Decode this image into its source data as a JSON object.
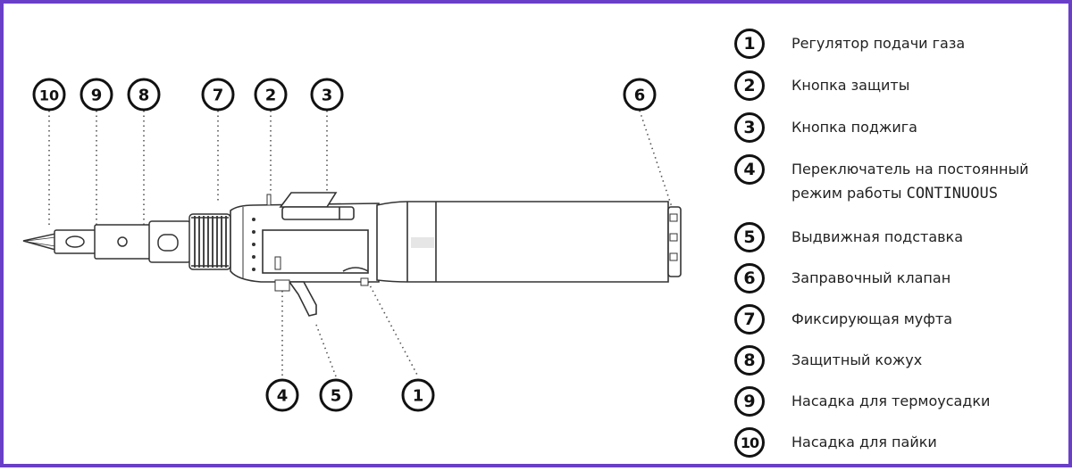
{
  "callouts": [
    "10",
    "9",
    "8",
    "7",
    "2",
    "3",
    "6",
    "4",
    "5",
    "1"
  ],
  "legend": [
    {
      "num": "1",
      "text": "Регулятор подачи газа"
    },
    {
      "num": "2",
      "text": "Кнопка защиты"
    },
    {
      "num": "3",
      "text": "Кнопка поджига"
    },
    {
      "num": "4",
      "text": "Переключатель на постоянный",
      "text2_prefix": "режим работы ",
      "text2_mono": "CONTINUOUS"
    },
    {
      "num": "5",
      "text": "Выдвижная подставка"
    },
    {
      "num": "6",
      "text": "Заправочный клапан"
    },
    {
      "num": "7",
      "text": "Фиксирующая муфта"
    },
    {
      "num": "8",
      "text": "Защитный кожух"
    },
    {
      "num": "9",
      "text": "Насадка для термоусадки"
    },
    {
      "num": "10",
      "text": "Насадка для пайки"
    }
  ],
  "colors": {
    "border": "#6a3fc8",
    "ink": "#111111"
  }
}
